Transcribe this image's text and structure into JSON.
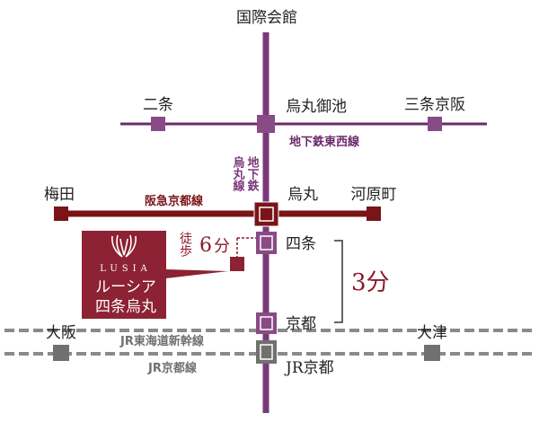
{
  "stations": {
    "kokusai_kaikan": "国際会館",
    "nijo": "二条",
    "karasuma_oike": "烏丸御池",
    "sanjo_keihan": "三条京阪",
    "umeda": "梅田",
    "karasuma": "烏丸",
    "kawaramachi": "河原町",
    "shijo": "四条",
    "kyoto": "京都",
    "jr_kyoto": "JR京都",
    "osaka": "大阪",
    "otsu": "大津"
  },
  "lines": {
    "tozai": {
      "label": "地下鉄東西線",
      "color": "#6b2a6b"
    },
    "karasuma_line": {
      "label_col1": "地下鉄",
      "label_col2": "烏丸線",
      "color": "#7a3a7a"
    },
    "hankyu": {
      "label": "阪急京都線",
      "color": "#7a1418"
    },
    "shinkansen": {
      "label": "JR東海道新幹線"
    },
    "jr_kyoto_line": {
      "label": "JR京都線"
    }
  },
  "walk": {
    "label": "徒歩",
    "minutes": "6",
    "unit": "分",
    "color": "#8b1a2b"
  },
  "transit": {
    "time": "3分",
    "color": "#8b1a2b"
  },
  "property": {
    "name_en": "LUSIA",
    "name_jp_1": "ルーシア",
    "name_jp_2": "四条烏丸",
    "color": "#8c2233"
  },
  "colors": {
    "subway_station": "#8a4a86",
    "station_dark": "#5e1e3e",
    "jr_line": "#8a8a8a",
    "jr_station": "#707070"
  }
}
